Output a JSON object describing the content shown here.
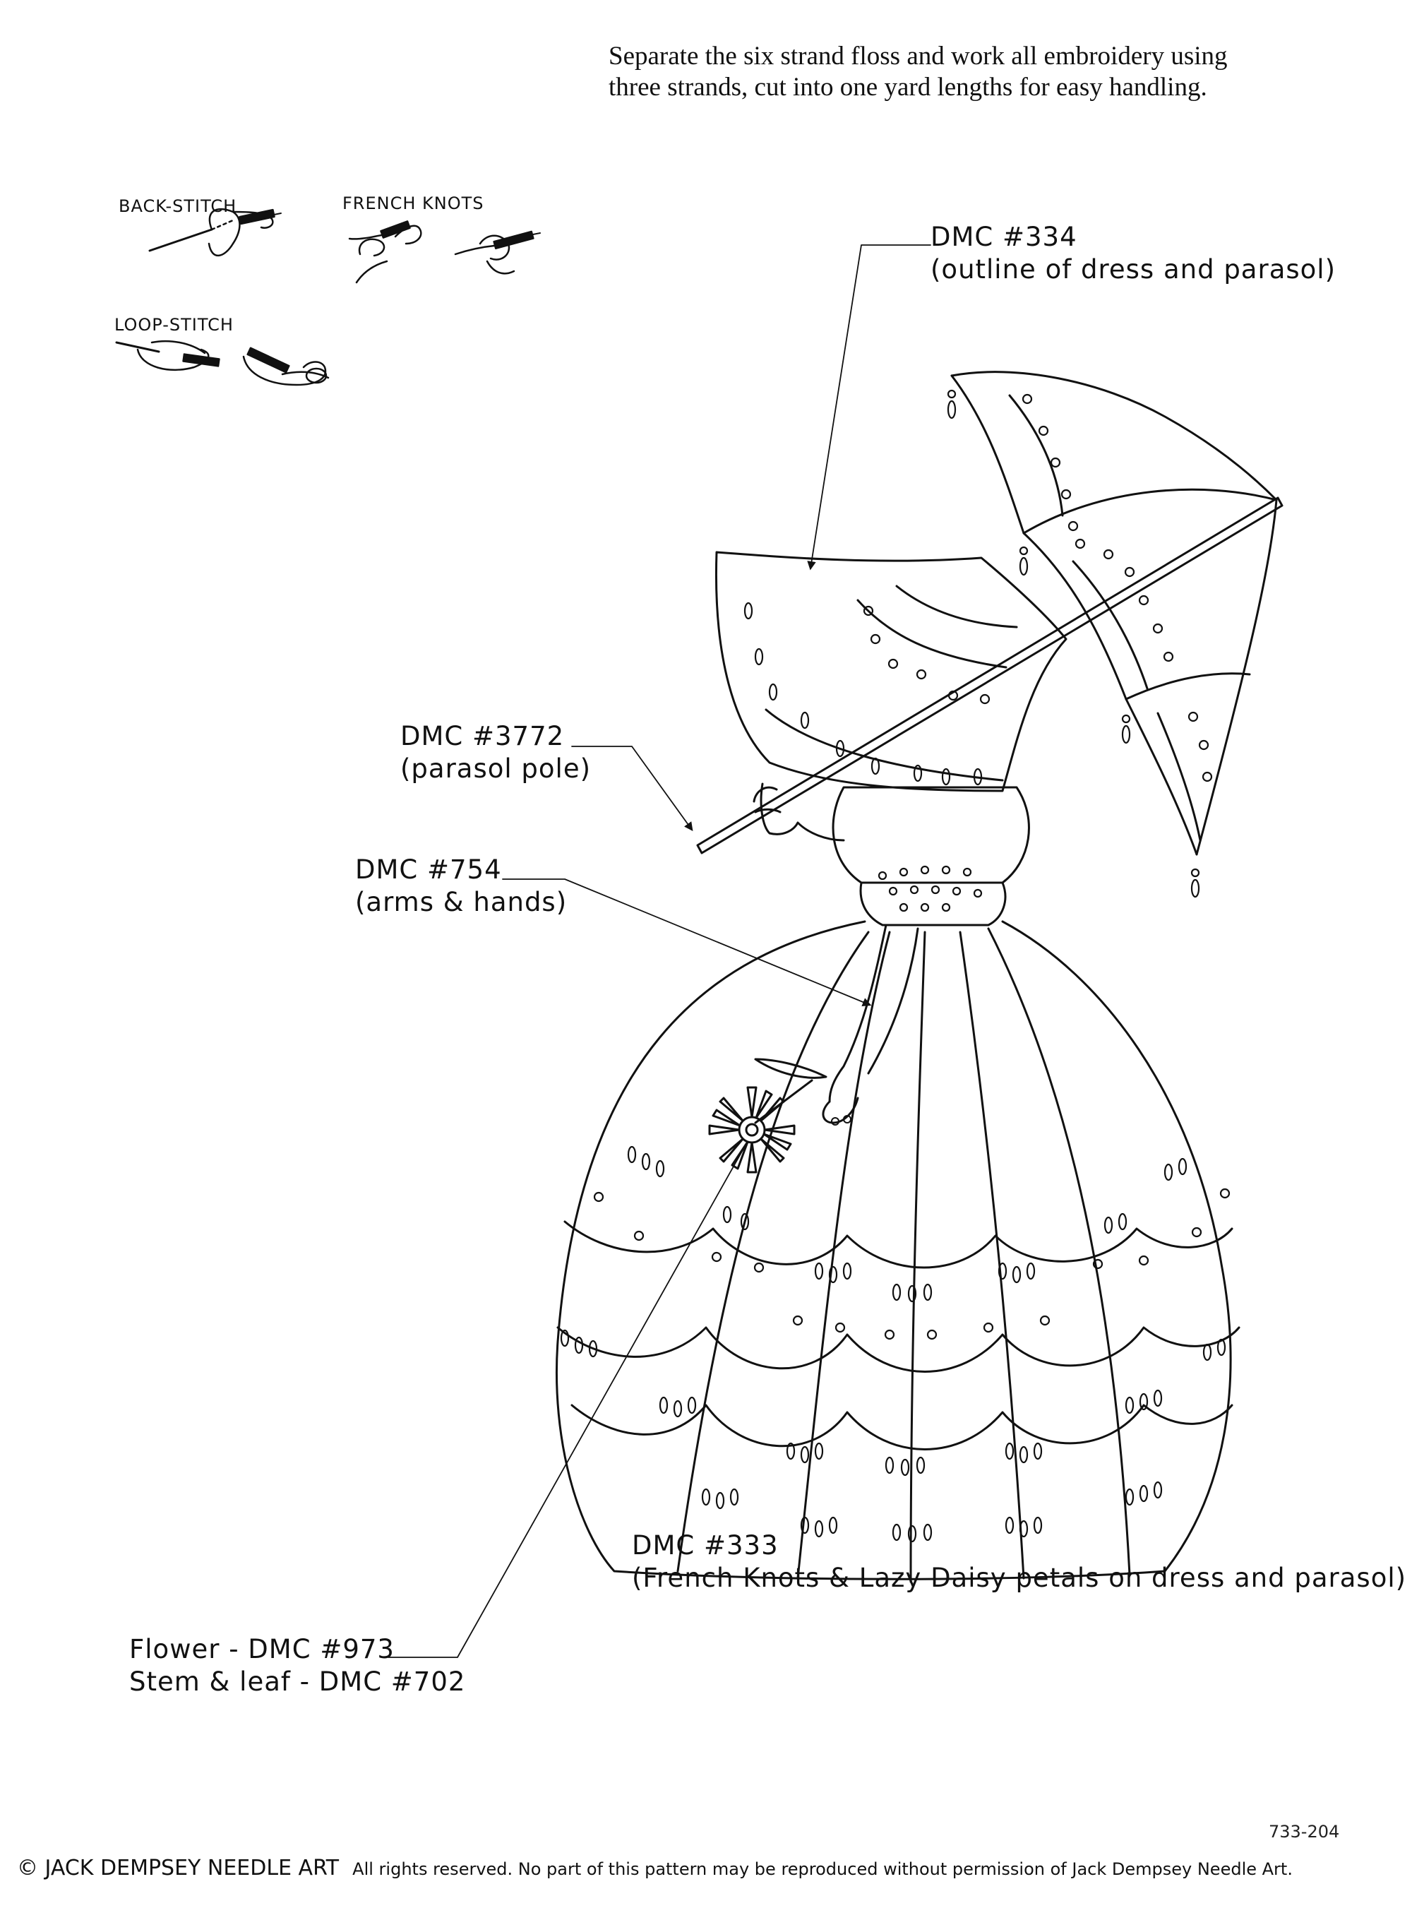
{
  "instructions": {
    "line1": "Separate the six strand floss and work all embroidery using",
    "line2": "three strands, cut into one yard lengths for easy handling."
  },
  "stitch_guide": {
    "back_stitch": "BACK-STITCH",
    "french_knots": "FRENCH KNOTS",
    "loop_stitch": "LOOP-STITCH"
  },
  "callouts": {
    "dress_outline": {
      "code": "DMC #334",
      "desc": "(outline of dress and parasol)"
    },
    "parasol_pole": {
      "code": "DMC #3772",
      "desc": "(parasol pole)"
    },
    "arms_hands": {
      "code": "DMC #754",
      "desc": "(arms & hands)"
    },
    "french_knots": {
      "code": "DMC #333",
      "desc": "(French Knots & Lazy Daisy petals on dress and parasol)"
    },
    "flower_line": "Flower - DMC #973",
    "stem_line": "Stem & leaf - DMC #702"
  },
  "pattern_number": "733-204",
  "footer": {
    "brand": "© JACK DEMPSEY NEEDLE ART",
    "rights": "All rights reserved.  No part of this pattern may be reproduced without permission of Jack Dempsey Needle Art."
  }
}
